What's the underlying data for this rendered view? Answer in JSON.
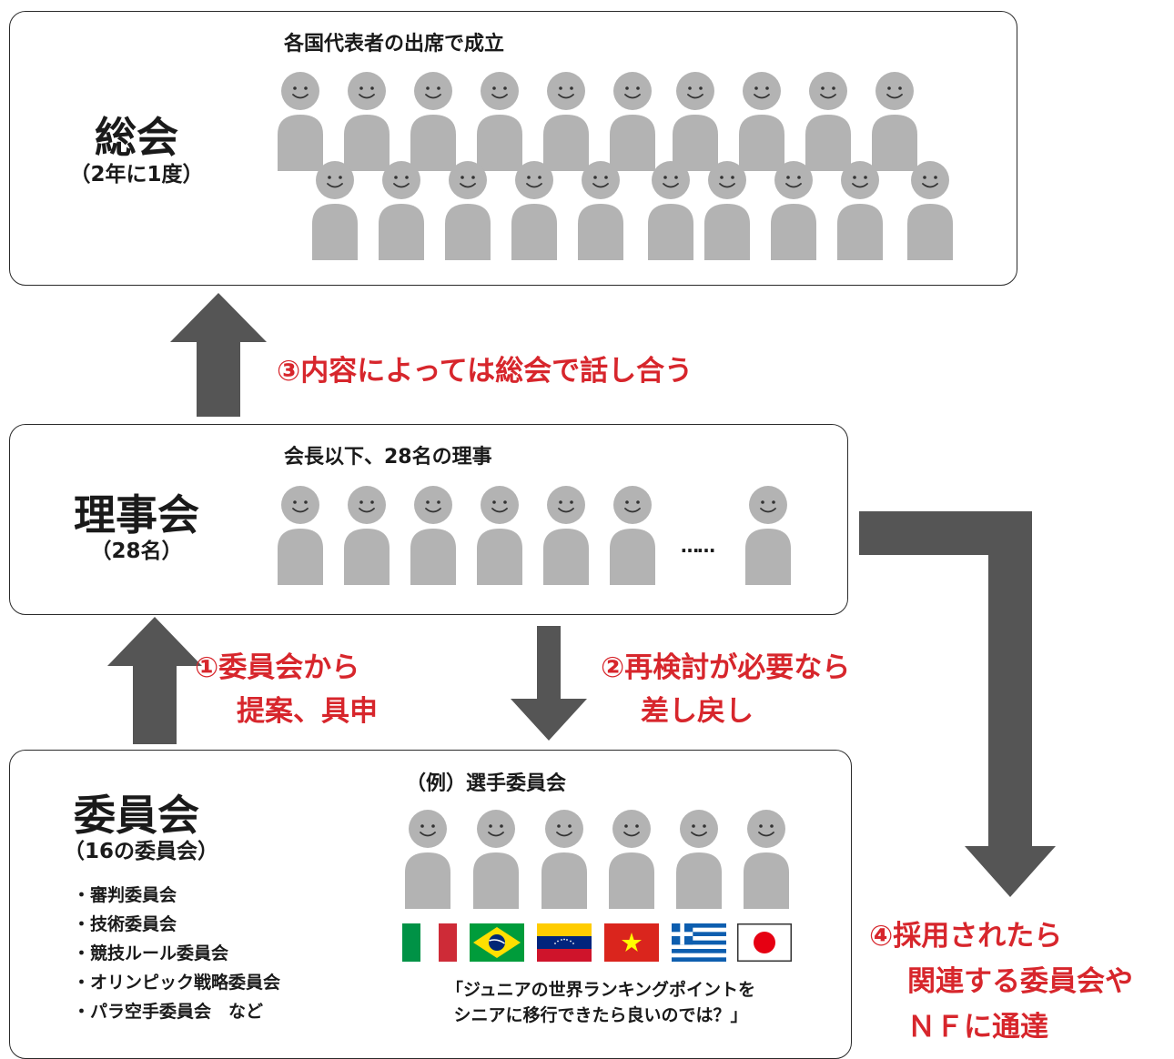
{
  "colors": {
    "person": "#b3b3b3",
    "arrow": "#555555",
    "red": "#d7262c",
    "border": "#2a2a2a"
  },
  "general_assembly": {
    "title": "総会",
    "subtitle": "（2年に1度）",
    "caption": "各国代表者の出席で成立",
    "icon": "person-icon"
  },
  "board": {
    "title": "理事会",
    "subtitle": "（28名）",
    "caption": "会長以下、28名の理事",
    "ellipsis": "……"
  },
  "committee": {
    "title": "委員会",
    "subtitle": "（16の委員会）",
    "list": [
      "・審判委員会",
      "・技術委員会",
      "・競技ルール委員会",
      "・オリンピック戦略委員会",
      "・パラ空手委員会　など"
    ],
    "example_caption": "（例）選手委員会",
    "flags": [
      "italy-flag-icon",
      "brazil-flag-icon",
      "venezuela-flag-icon",
      "vietnam-flag-icon",
      "greece-flag-icon",
      "japan-flag-icon"
    ],
    "quote_line1": "「ジュニアの世界ランキングポイントを",
    "quote_line2": "シニアに移行できたら良いのでは？」"
  },
  "steps": {
    "step1_line1": "①委員会から",
    "step1_line2": "提案、具申",
    "step2_line1": "②再検討が必要なら",
    "step2_line2": "差し戻し",
    "step3": "③内容によっては総会で話し合う",
    "step4_line1": "④採用されたら",
    "step4_line2": "関連する委員会や",
    "step4_line3": "ＮＦに通達"
  }
}
